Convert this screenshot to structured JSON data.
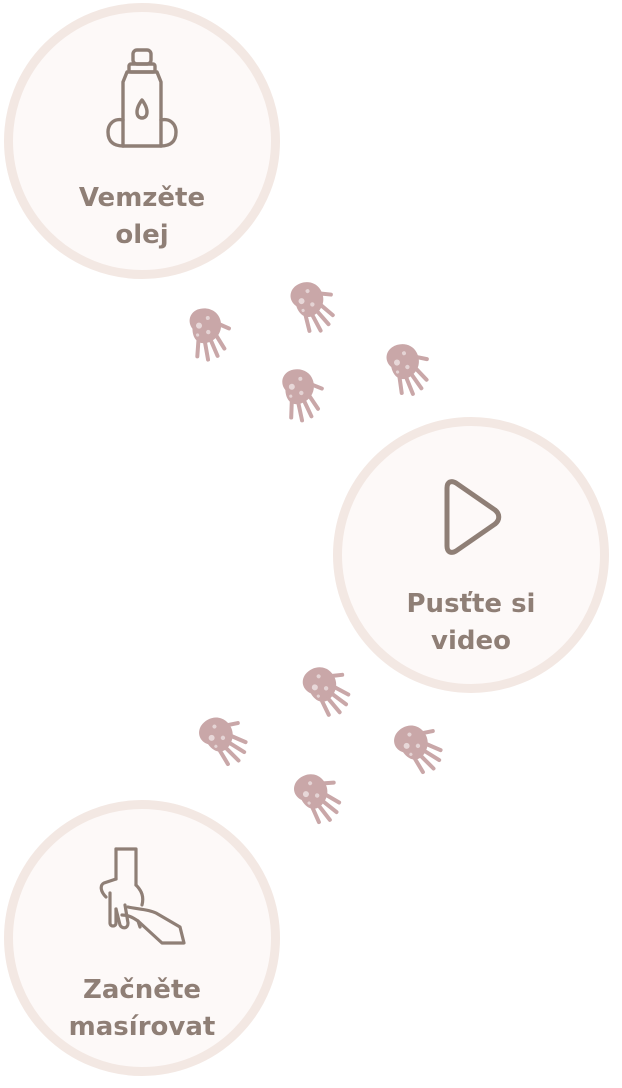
{
  "steps": [
    {
      "line1": "Vemzěte",
      "line2": "olej",
      "icon": "oil-bottle-icon"
    },
    {
      "line1": "Pusťte si",
      "line2": "video",
      "icon": "play-icon"
    },
    {
      "line1": "Začněte",
      "line2": "masírovat",
      "icon": "massage-hands-icon"
    }
  ],
  "colors": {
    "text": "#8f7f76",
    "icon": "#8f7f76",
    "circle_fill": "#fdf9f8",
    "circle_border": "#f3e8e3",
    "handprint": "#c9a7a8"
  }
}
